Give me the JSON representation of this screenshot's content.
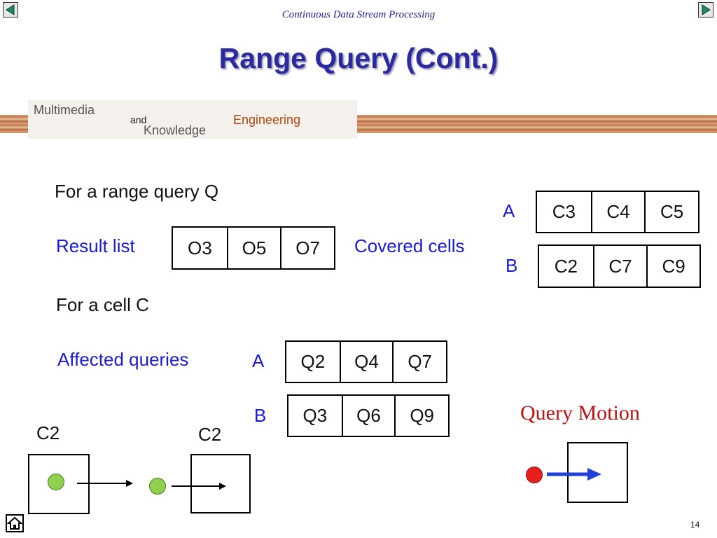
{
  "header": {
    "text": "Continuous Data Stream Processing"
  },
  "title": "Range Query (Cont.)",
  "banner": {
    "logo_line1": "Multimedia",
    "logo_line2": "and",
    "logo_line3": "Knowledge",
    "logo_line4": "Engineering"
  },
  "range_query": {
    "heading": "For a range query Q",
    "result_label": "Result list",
    "result_list": [
      "O3",
      "O5",
      "O7"
    ],
    "covered_label": "Covered cells",
    "covered": [
      {
        "label": "A",
        "cells": [
          "C3",
          "C4",
          "C5"
        ]
      },
      {
        "label": "B",
        "cells": [
          "C2",
          "C7",
          "C9"
        ]
      }
    ]
  },
  "cell_section": {
    "heading": "For a cell C",
    "affected_label": "Affected queries",
    "affected": [
      {
        "label": "A",
        "queries": [
          "Q2",
          "Q4",
          "Q7"
        ]
      },
      {
        "label": "B",
        "queries": [
          "Q3",
          "Q6",
          "Q9"
        ]
      }
    ]
  },
  "motion": {
    "cell_label_1": "C2",
    "cell_label_2": "C2",
    "query_motion_label": "Query Motion"
  },
  "footer": {
    "page_number": "14"
  },
  "colors": {
    "title": "#2b2b9e",
    "blue_text": "#1a1ad6",
    "query_motion": "#c01010",
    "arrow_blue": "#1f3fd6",
    "green_dot": "#8fd14f",
    "red_dot": "#e8201c"
  }
}
